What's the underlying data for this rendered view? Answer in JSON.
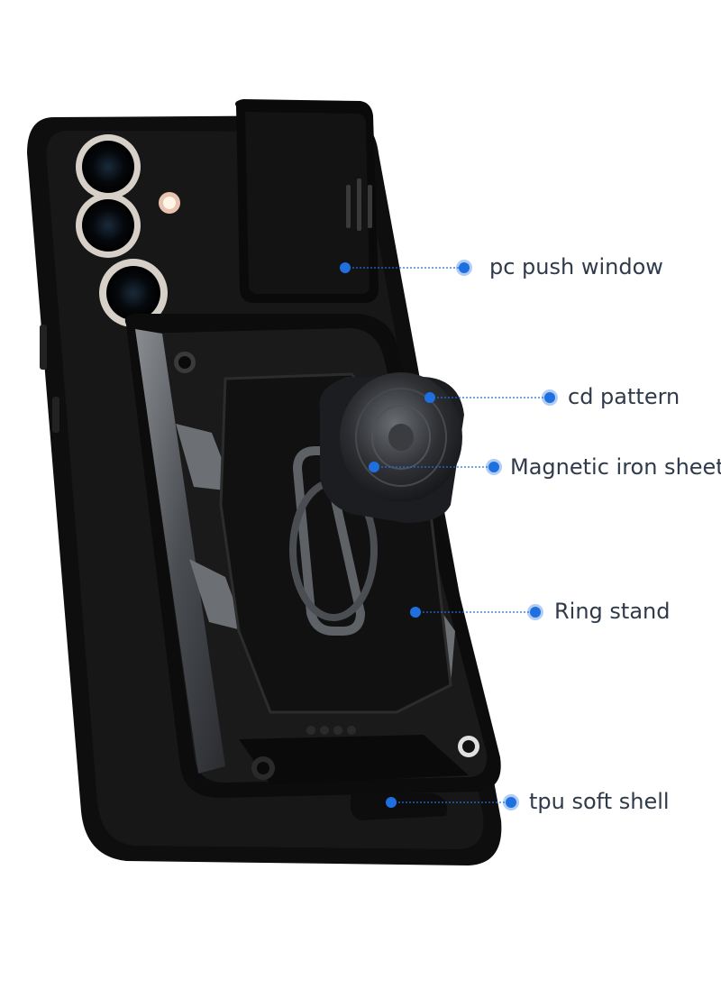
{
  "product": {
    "description": "Black rugged phone case with sliding camera cover and magnetic ring stand"
  },
  "colors": {
    "accent": "#1e6fe0",
    "case_black": "#111111",
    "metal_gray": "#5a5d62",
    "label_text": "#2f3a4a"
  },
  "callouts": [
    {
      "label": "pc push window"
    },
    {
      "label": "cd pattern"
    },
    {
      "label": "Magnetic iron sheet"
    },
    {
      "label": "Ring stand"
    },
    {
      "label": "tpu soft shell"
    }
  ]
}
